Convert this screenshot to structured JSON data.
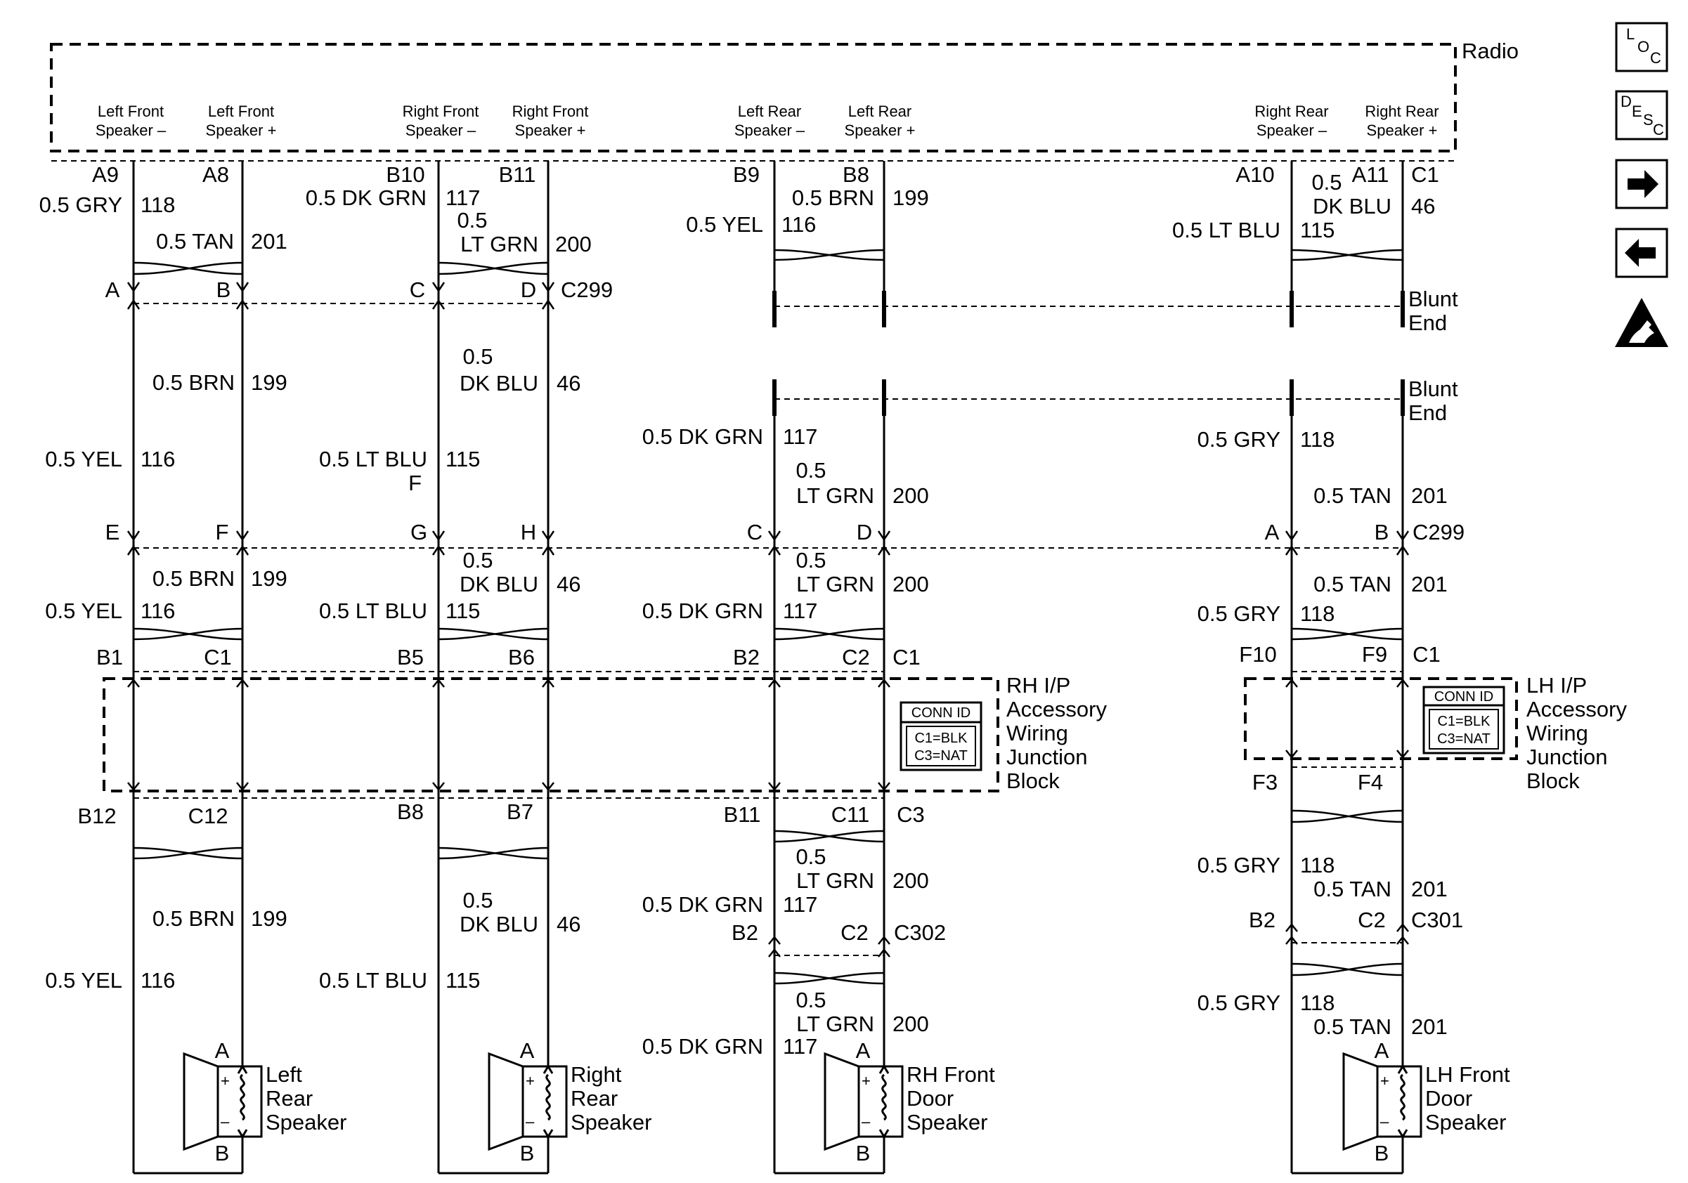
{
  "radio": {
    "title": "Radio",
    "terminals": [
      {
        "line1": "Left Front",
        "line2": "Speaker –"
      },
      {
        "line1": "Left Front",
        "line2": "Speaker +"
      },
      {
        "line1": "Right Front",
        "line2": "Speaker –"
      },
      {
        "line1": "Right Front",
        "line2": "Speaker +"
      },
      {
        "line1": "Left Rear",
        "line2": "Speaker –"
      },
      {
        "line1": "Left Rear",
        "line2": "Speaker +"
      },
      {
        "line1": "Right Rear",
        "line2": "Speaker –"
      },
      {
        "line1": "Right Rear",
        "line2": "Speaker +"
      }
    ],
    "pins": [
      "A9",
      "A8",
      "B10",
      "B11",
      "B9",
      "B8",
      "A10",
      "A11",
      "C1"
    ]
  },
  "radio_wires": {
    "a9": {
      "color": "0.5 GRY",
      "circuit": "118"
    },
    "a8": {
      "color": "0.5 TAN",
      "circuit": "201"
    },
    "b10": {
      "color": "0.5 DK GRN",
      "circuit": "117"
    },
    "b11": {
      "gauge": "0.5",
      "color": "LT GRN",
      "circuit": "200"
    },
    "b9": {
      "color": "0.5 YEL",
      "circuit": "116"
    },
    "b8": {
      "color": "0.5 BRN",
      "circuit": "199"
    },
    "a10": {
      "color": "0.5 LT BLU",
      "circuit": "115"
    },
    "a11": {
      "gauge": "0.5",
      "color": "DK BLU",
      "circuit": "46"
    }
  },
  "c299_top": {
    "pins": [
      "A",
      "B",
      "C",
      "D"
    ],
    "connector": "C299"
  },
  "blunt_end": "Blunt End",
  "blunt_end_lines": [
    "Blunt",
    "End"
  ],
  "mid_left_wires": {
    "brn": {
      "color": "0.5 BRN",
      "circuit": "199"
    },
    "dkblu": {
      "gauge": "0.5",
      "color": "DK BLU",
      "circuit": "46"
    },
    "yel": {
      "color": "0.5 YEL",
      "circuit": "116"
    },
    "ltblu": {
      "color": "0.5 LT BLU",
      "circuit": "115"
    },
    "pin_f": "F"
  },
  "mid_right_wires": {
    "dkgrn": {
      "color": "0.5 DK GRN",
      "circuit": "117"
    },
    "ltgrn": {
      "gauge": "0.5",
      "color": "LT GRN",
      "circuit": "200"
    },
    "gry": {
      "color": "0.5 GRY",
      "circuit": "118"
    },
    "tan": {
      "color": "0.5 TAN",
      "circuit": "201"
    }
  },
  "c299_mid": {
    "pins": [
      "E",
      "F",
      "G",
      "H",
      "C",
      "D",
      "A",
      "B"
    ],
    "connector": "C299"
  },
  "pre_block_wires": {
    "brn": {
      "color": "0.5 BRN",
      "circuit": "199"
    },
    "yel": {
      "color": "0.5 YEL",
      "circuit": "116"
    },
    "dkblu": {
      "gauge": "0.5",
      "color": "DK BLU",
      "circuit": "46"
    },
    "ltblu": {
      "color": "0.5 LT BLU",
      "circuit": "115"
    },
    "ltgrn": {
      "gauge": "0.5",
      "color": "LT GRN",
      "circuit": "200"
    },
    "dkgrn": {
      "color": "0.5 DK GRN",
      "circuit": "117"
    },
    "tan": {
      "color": "0.5 TAN",
      "circuit": "201"
    },
    "gry": {
      "color": "0.5 GRY",
      "circuit": "118"
    }
  },
  "block_top_pins": [
    "B1",
    "C1",
    "B5",
    "B6",
    "B2",
    "C2",
    "C1",
    "F10",
    "F9",
    "C1"
  ],
  "rh_block": {
    "lines": [
      "RH I/P",
      "Accessory",
      "Wiring",
      "Junction",
      "Block"
    ],
    "conn_id": {
      "title": "CONN ID",
      "c1": "C1=BLK",
      "c3": "C3=NAT"
    }
  },
  "lh_block": {
    "lines": [
      "LH I/P",
      "Accessory",
      "Wiring",
      "Junction",
      "Block"
    ],
    "conn_id": {
      "title": "CONN ID",
      "c1": "C1=BLK",
      "c3": "C3=NAT"
    }
  },
  "block_bottom_pins": [
    "B12",
    "C12",
    "B8",
    "B7",
    "B11",
    "C11",
    "C3",
    "F3",
    "F4"
  ],
  "lower_wires": {
    "brn": {
      "color": "0.5 BRN",
      "circuit": "199"
    },
    "yel": {
      "color": "0.5 YEL",
      "circuit": "116"
    },
    "dkblu": {
      "gauge": "0.5",
      "color": "DK BLU",
      "circuit": "46"
    },
    "ltblu": {
      "color": "0.5 LT BLU",
      "circuit": "115"
    },
    "ltgrn": {
      "gauge": "0.5",
      "color": "LT GRN",
      "circuit": "200"
    },
    "dkgrn": {
      "color": "0.5 DK GRN",
      "circuit": "117"
    },
    "gry": {
      "color": "0.5 GRY",
      "circuit": "118"
    },
    "tan": {
      "color": "0.5 TAN",
      "circuit": "201"
    }
  },
  "c302": {
    "pins": [
      "B2",
      "C2"
    ],
    "connector": "C302"
  },
  "c301": {
    "pins": [
      "B2",
      "C2"
    ],
    "connector": "C301"
  },
  "door_wires": {
    "rh_ltgrn": {
      "gauge": "0.5",
      "color": "LT GRN",
      "circuit": "200"
    },
    "rh_dkgrn": {
      "color": "0.5 DK GRN",
      "circuit": "117"
    },
    "lh_gry": {
      "color": "0.5 GRY",
      "circuit": "118"
    },
    "lh_tan": {
      "color": "0.5 TAN",
      "circuit": "201"
    }
  },
  "speaker_pins": {
    "a": "A",
    "b": "B"
  },
  "speakers": [
    {
      "lines": [
        "Left",
        "Rear",
        "Speaker"
      ]
    },
    {
      "lines": [
        "Right",
        "Rear",
        "Speaker"
      ]
    },
    {
      "lines": [
        "RH Front",
        "Door",
        "Speaker"
      ]
    },
    {
      "lines": [
        "LH Front",
        "Door",
        "Speaker"
      ]
    }
  ],
  "speaker_terminal_marks": {
    "plus": "+",
    "minus": "–"
  },
  "side_icons": [
    {
      "name": "loc-icon",
      "letters": [
        "L",
        "O",
        "C"
      ]
    },
    {
      "name": "desc-icon",
      "letters": [
        "D",
        "E",
        "S",
        "C"
      ]
    },
    {
      "name": "arrow-right-icon"
    },
    {
      "name": "arrow-left-icon"
    },
    {
      "name": "esd-warning-icon"
    }
  ]
}
